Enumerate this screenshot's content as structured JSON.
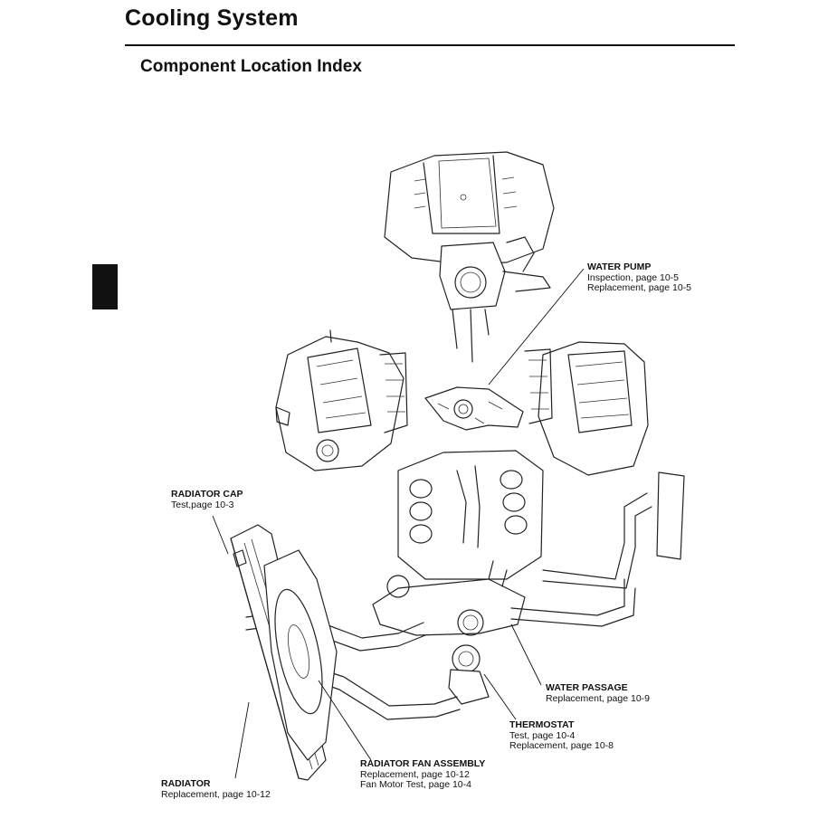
{
  "header": {
    "title": "Cooling System",
    "subtitle": "Component Location Index"
  },
  "callouts": {
    "water_pump": {
      "name": "WATER PUMP",
      "lines": [
        "Inspection, page 10-5",
        "Replacement, page 10-5"
      ]
    },
    "radiator_cap": {
      "name": "RADIATOR CAP",
      "lines": [
        "Test,page 10-3"
      ]
    },
    "water_passage": {
      "name": "WATER PASSAGE",
      "lines": [
        "Replacement, page 10-9"
      ]
    },
    "thermostat": {
      "name": "THERMOSTAT",
      "lines": [
        "Test, page 10-4",
        "Replacement, page 10-8"
      ]
    },
    "radiator_fan_assembly": {
      "name": "RADIATOR FAN ASSEMBLY",
      "lines": [
        "Replacement, page 10-12",
        "Fan Motor Test, page 10-4"
      ]
    },
    "radiator": {
      "name": "RADIATOR",
      "lines": [
        "Replacement, page 10-12"
      ]
    }
  }
}
